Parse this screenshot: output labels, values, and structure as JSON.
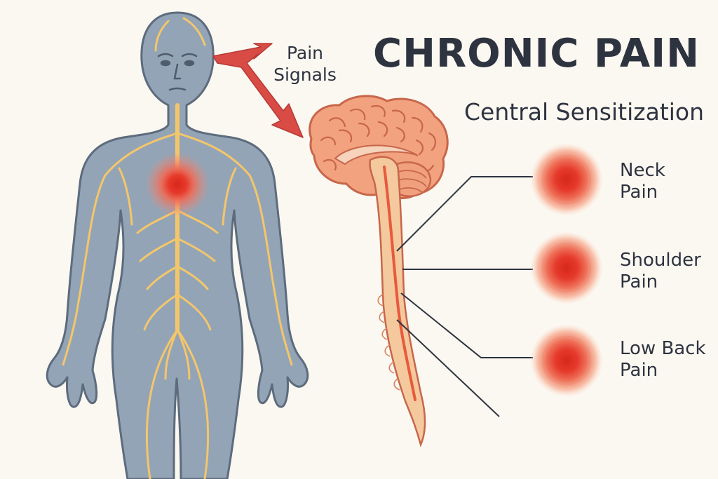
{
  "title": "CHRONIC PAIN",
  "subtitle": "Central Sensitization",
  "signal_label": {
    "line1": "Pain",
    "line2": "Signals"
  },
  "pain_areas": [
    {
      "line1": "Neck",
      "line2": "Pain"
    },
    {
      "line1": "Shoulder",
      "line2": "Pain"
    },
    {
      "line1": "Low Back",
      "line2": "Pain"
    }
  ],
  "colors": {
    "background": "#fbf8f1",
    "body": "#93a4b6",
    "nerve": "#f4c66a",
    "pain": "#e5392b",
    "arrow": "#d94b45",
    "brain": "#f2a27f",
    "text": "#2e3340"
  }
}
